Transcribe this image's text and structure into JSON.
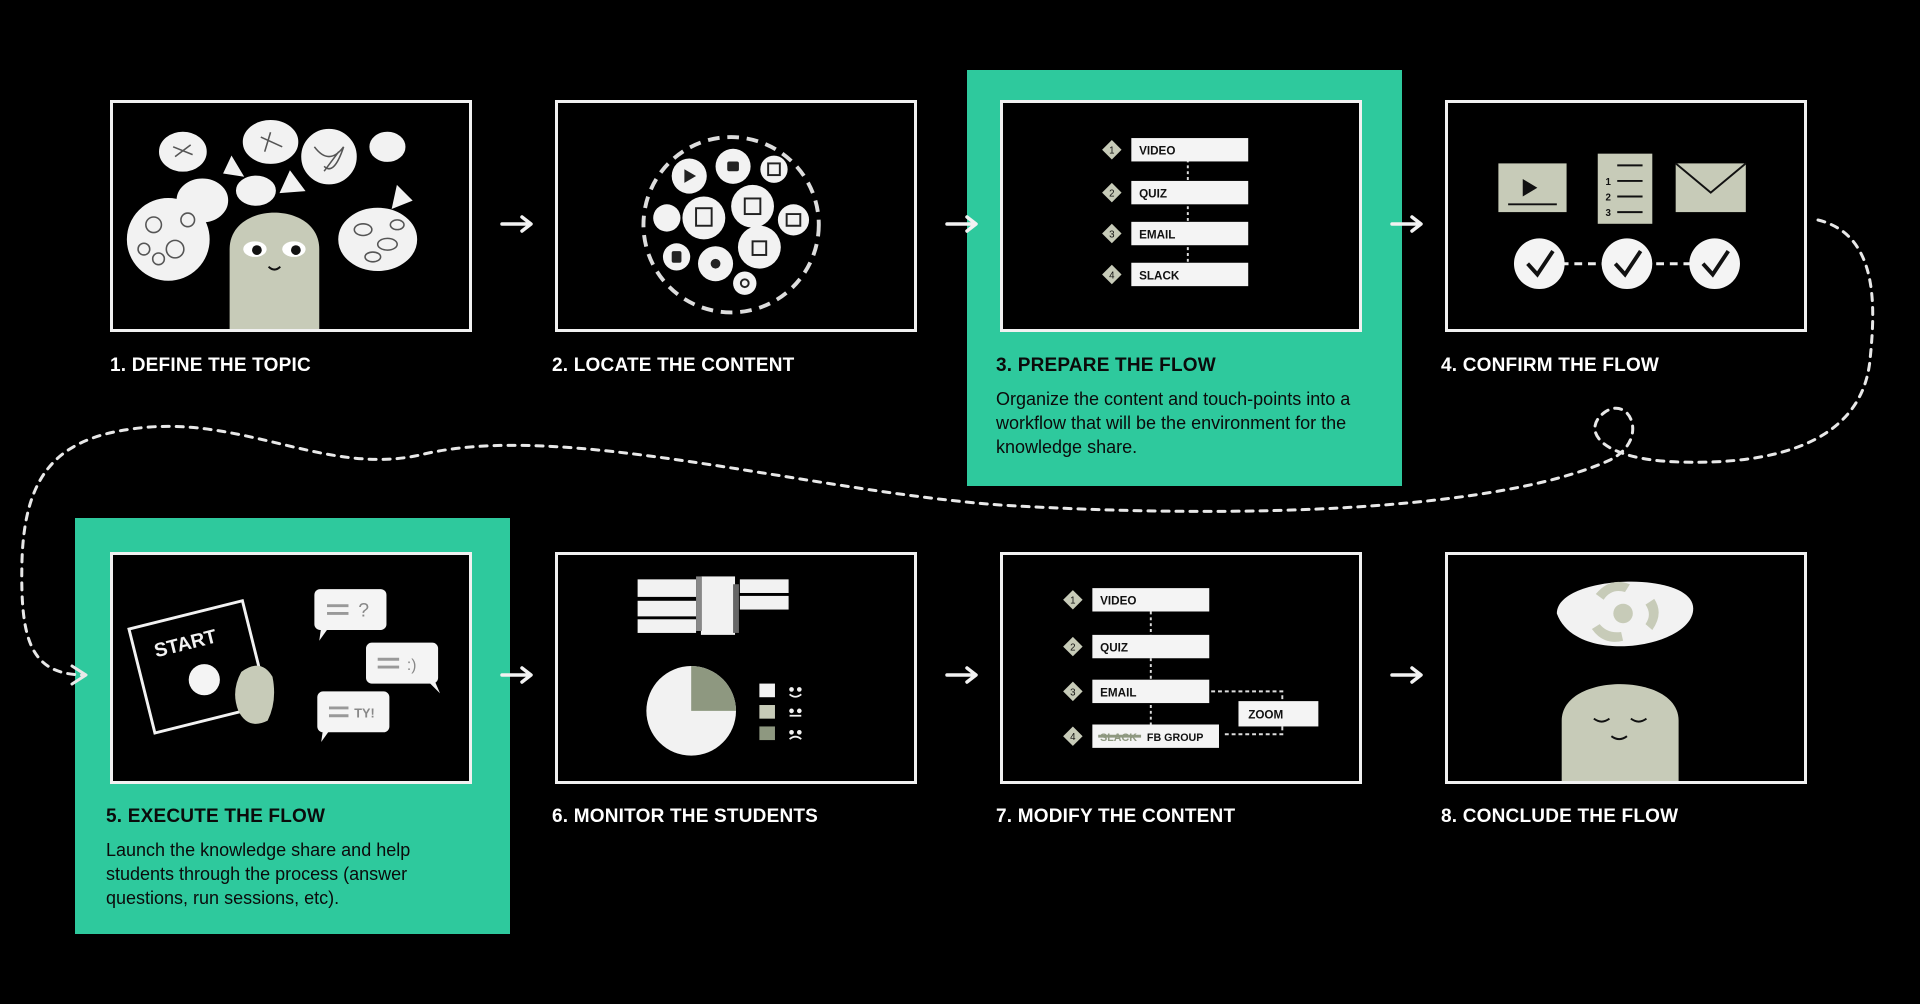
{
  "steps": [
    {
      "number": "1.",
      "title": "DEFINE  THE TOPIC",
      "highlight": false,
      "description": ""
    },
    {
      "number": "2.",
      "title": "LOCATE THE CONTENT",
      "highlight": false,
      "description": ""
    },
    {
      "number": "3.",
      "title": "PREPARE THE FLOW",
      "highlight": true,
      "description": "Organize the content and touch-points into a workflow that will be the environment for the knowledge share."
    },
    {
      "number": "4.",
      "title": "CONFIRM THE FLOW",
      "highlight": false,
      "description": ""
    },
    {
      "number": "5.",
      "title": "EXECUTE THE FLOW",
      "highlight": true,
      "description": "Launch the knowledge share and help students through the process (answer questions, run sessions, etc)."
    },
    {
      "number": "6.",
      "title": "MONITOR THE STUDENTS",
      "highlight": false,
      "description": ""
    },
    {
      "number": "7.",
      "title": "MODIFY THE CONTENT",
      "highlight": false,
      "description": ""
    },
    {
      "number": "8.",
      "title": "CONCLUDE THE FLOW",
      "highlight": false,
      "description": ""
    }
  ],
  "illustrations": {
    "prepare_flow": {
      "items": [
        "VIDEO",
        "QUIZ",
        "EMAIL",
        "SLACK"
      ],
      "numbers": [
        "1",
        "2",
        "3",
        "4"
      ]
    },
    "execute_flow": {
      "start_label": "START",
      "bubbles": [
        "?",
        ":)",
        "TY!"
      ]
    },
    "modify_content": {
      "items": [
        "VIDEO",
        "QUIZ",
        "EMAIL",
        "SLACK"
      ],
      "numbers": [
        "1",
        "2",
        "3",
        "4"
      ],
      "added_item": "ZOOM",
      "replacement": "FB GROUP"
    },
    "confirm_flow": {
      "list_numbers": [
        "1",
        "2",
        "3"
      ]
    }
  },
  "colors": {
    "background": "#000000",
    "highlight": "#2ec99d",
    "frame": "#f1f1f1",
    "figure": "#c7cbb8"
  }
}
